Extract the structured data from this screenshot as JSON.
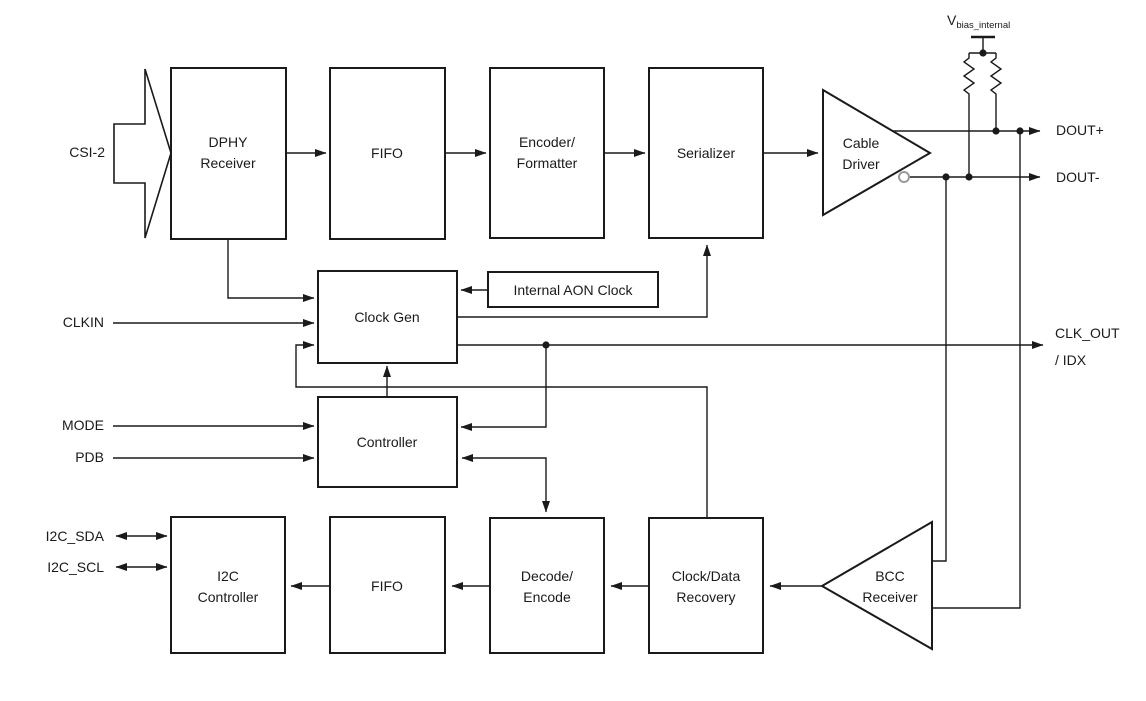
{
  "colors": {
    "line": "#1a1a1a",
    "background": "#ffffff",
    "bubble": "#9a9a9a"
  },
  "blocks": {
    "dphy": {
      "line1": "DPHY",
      "line2": "Receiver"
    },
    "fifo_top": {
      "line1": "FIFO"
    },
    "encoder": {
      "line1": "Encoder/",
      "line2": "Formatter"
    },
    "serializer": {
      "line1": "Serializer"
    },
    "cable_driver": {
      "line1": "Cable",
      "line2": "Driver"
    },
    "clock_gen": {
      "line1": "Clock Gen"
    },
    "aon_clock": {
      "line1": "Internal AON Clock"
    },
    "controller": {
      "line1": "Controller"
    },
    "i2c_controller": {
      "line1": "I2C",
      "line2": "Controller"
    },
    "fifo_bottom": {
      "line1": "FIFO"
    },
    "decode_encode": {
      "line1": "Decode/",
      "line2": "Encode"
    },
    "clock_data_recovery": {
      "line1": "Clock/Data",
      "line2": "Recovery"
    },
    "bcc_receiver": {
      "line1": "BCC",
      "line2": "Receiver"
    }
  },
  "ports": {
    "csi2": "CSI-2",
    "clkin": "CLKIN",
    "mode": "MODE",
    "pdb": "PDB",
    "i2c_sda": "I2C_SDA",
    "i2c_scl": "I2C_SCL",
    "dout_plus": "DOUT+",
    "dout_minus": "DOUT-",
    "clk_out_line1": "CLK_OUT",
    "clk_out_line2": "/ IDX",
    "vbias_main": "V",
    "vbias_sub": "bias_internal"
  }
}
